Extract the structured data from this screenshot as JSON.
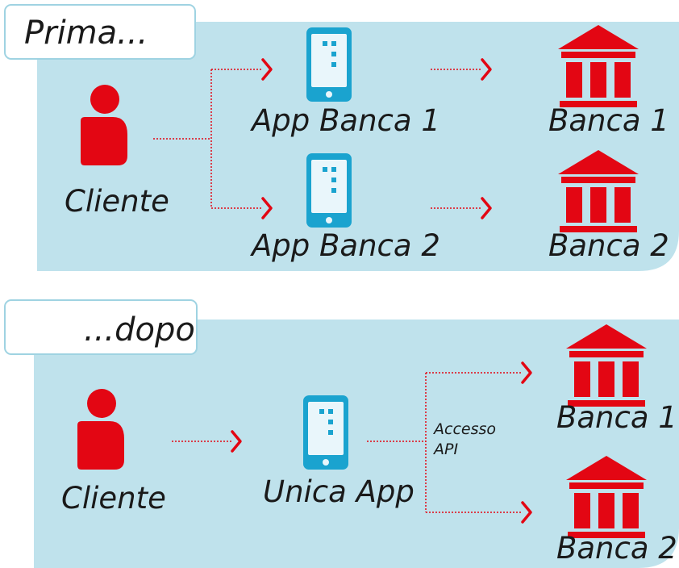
{
  "colors": {
    "panel": "#bfe2ec",
    "accent_red": "#e30613",
    "phone_blue": "#1aa3cf",
    "text": "#1a1a1a"
  },
  "before": {
    "title": "Prima...",
    "client_label": "Cliente",
    "app1_label": "App Banca 1",
    "app2_label": "App Banca 2",
    "bank1_label": "Banca 1",
    "bank2_label": "Banca 2",
    "icons": [
      "person-icon",
      "phone-icon",
      "phone-icon",
      "bank-icon",
      "bank-icon"
    ]
  },
  "after": {
    "title": "...dopo",
    "client_label": "Cliente",
    "app_label": "Unica App",
    "api_label_line1": "Accesso",
    "api_label_line2": "API",
    "bank1_label": "Banca 1",
    "bank2_label": "Banca 2",
    "icons": [
      "person-icon",
      "phone-icon",
      "bank-icon",
      "bank-icon"
    ]
  }
}
